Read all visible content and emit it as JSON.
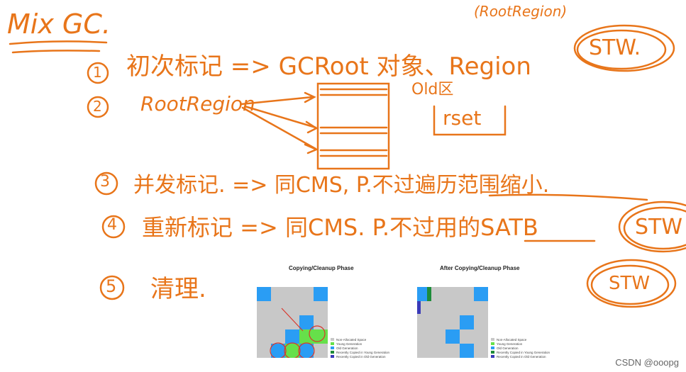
{
  "title": "Mix GC.",
  "top_right_note": "(RootRegion)",
  "stw_badges": [
    "STW.",
    "STW",
    "STW"
  ],
  "steps": [
    {
      "num": "1",
      "text": "初次标记 => GCRoot 对象、Region"
    },
    {
      "num": "2",
      "text": "RootRegion"
    },
    {
      "num": "3",
      "text": "并发标记. => 同CMS, P.不过遍历范围缩小."
    },
    {
      "num": "4",
      "text": "重新标记 => 同CMS. P.不过用的SATB"
    },
    {
      "num": "5",
      "text": "清理."
    }
  ],
  "region_labels": {
    "old": "Old区",
    "rset": "rset"
  },
  "diagrams": {
    "before": {
      "title": "Copying/Cleanup Phase"
    },
    "after": {
      "title": "After Copying/Cleanup Phase"
    },
    "legend": [
      {
        "label": "Non-Allocated Space",
        "color": "#c8c8c8"
      },
      {
        "label": "Young Generation",
        "color": "#66e04a"
      },
      {
        "label": "Old Generation",
        "color": "#2a9df4"
      },
      {
        "label": "Recently Copied in Young Generation",
        "color": "#1e8c3a"
      },
      {
        "label": "Recently Copied in Old Generation",
        "color": "#3a3ab8"
      }
    ]
  },
  "watermark": "CSDN @ooopg",
  "colors": {
    "ink": "#e8751a"
  }
}
